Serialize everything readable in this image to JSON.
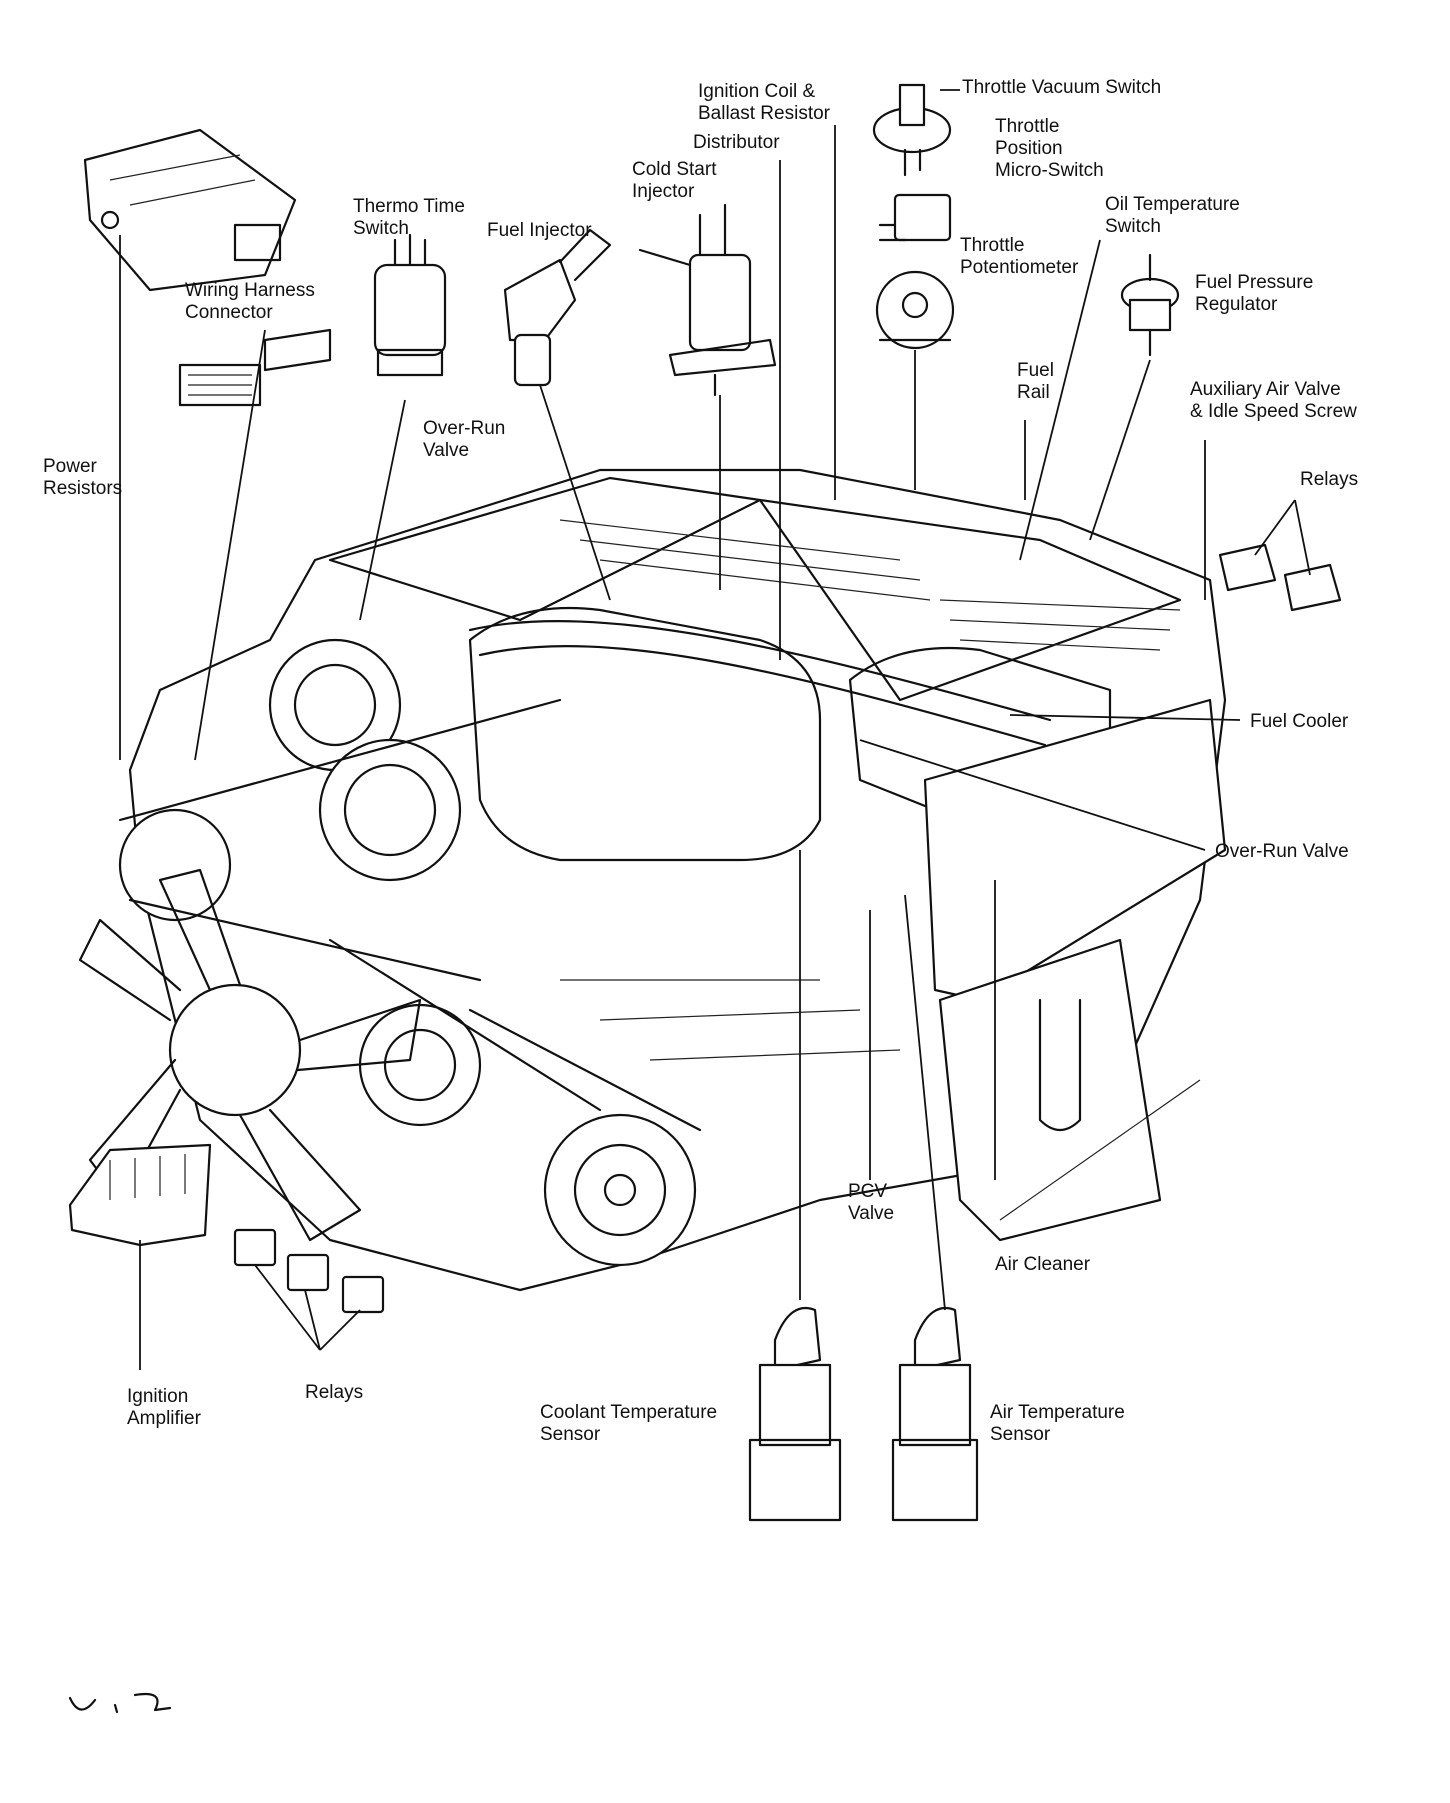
{
  "diagram": {
    "labels": {
      "ignition_coil": [
        "Ignition Coil &",
        "Ballast Resistor"
      ],
      "throttle_vacuum_switch": [
        "Throttle Vacuum Switch"
      ],
      "distributor": [
        "Distributor"
      ],
      "throttle_position_micro_switch": [
        "Throttle",
        "Position",
        "Micro-Switch"
      ],
      "cold_start_injector": [
        "Cold Start",
        "Injector"
      ],
      "oil_temperature_switch": [
        "Oil Temperature",
        "Switch"
      ],
      "thermo_time_switch": [
        "Thermo Time",
        "Switch"
      ],
      "fuel_injector": [
        "Fuel Injector"
      ],
      "throttle_potentiometer": [
        "Throttle",
        "Potentiometer"
      ],
      "fuel_pressure_regulator": [
        "Fuel Pressure",
        "Regulator"
      ],
      "wiring_harness_connector": [
        "Wiring Harness",
        "Connector"
      ],
      "fuel_rail": [
        "Fuel",
        "Rail"
      ],
      "auxiliary_air_valve": [
        "Auxiliary Air Valve",
        "& Idle Speed Screw"
      ],
      "over_run_valve_top": [
        "Over-Run",
        "Valve"
      ],
      "power_resistors": [
        "Power",
        "Resistors"
      ],
      "relays_right": [
        "Relays"
      ],
      "fuel_cooler": [
        "Fuel Cooler"
      ],
      "over_run_valve_right": [
        "Over-Run Valve"
      ],
      "pcv_valve": [
        "PCV",
        "Valve"
      ],
      "air_cleaner": [
        "Air Cleaner"
      ],
      "ignition_amplifier": [
        "Ignition",
        "Amplifier"
      ],
      "relays_bottom": [
        "Relays"
      ],
      "coolant_temperature_sensor": [
        "Coolant Temperature",
        "Sensor"
      ],
      "air_temperature_sensor": [
        "Air Temperature",
        "Sensor"
      ]
    }
  }
}
